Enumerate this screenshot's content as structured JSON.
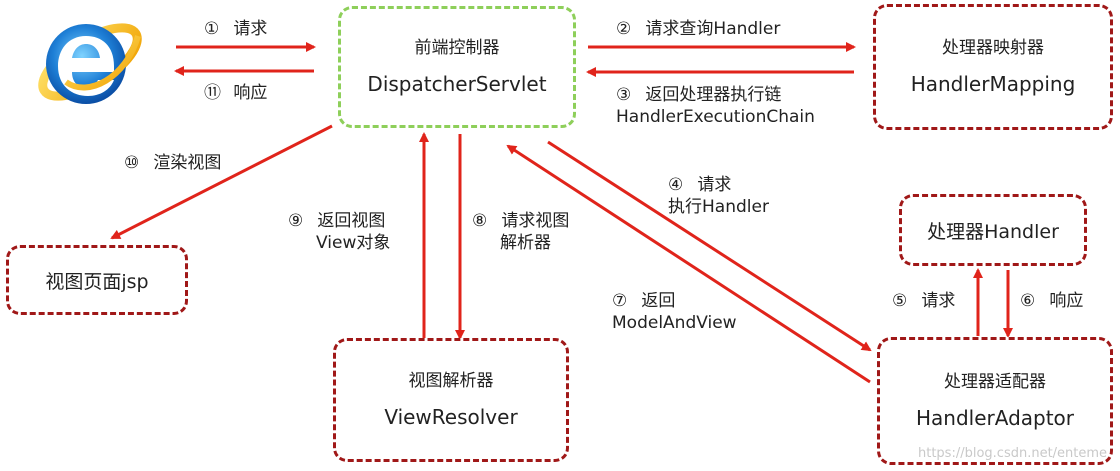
{
  "colors": {
    "arrow": "#e0241b",
    "box_border": "#a01818",
    "front_border": "#8ecf5a"
  },
  "icons": {
    "browser": "ie-browser-icon"
  },
  "nodes": {
    "front_controller": {
      "zh": "前端控制器",
      "en": "DispatcherServlet"
    },
    "handler_mapping": {
      "zh": "处理器映射器",
      "en": "HandlerMapping"
    },
    "handler": {
      "label": "处理器Handler"
    },
    "handler_adaptor": {
      "zh": "处理器适配器",
      "en": "HandlerAdaptor"
    },
    "view_resolver": {
      "zh": "视图解析器",
      "en": "ViewResolver"
    },
    "view_page": {
      "label": "视图页面jsp"
    }
  },
  "steps": {
    "s1": {
      "num": "①",
      "text": "请求"
    },
    "s11": {
      "num": "⑪",
      "text": "响应"
    },
    "s2": {
      "num": "②",
      "text": "请求查询Handler"
    },
    "s3": {
      "num": "③",
      "text": "返回处理器执行链",
      "text2": "HandlerExecutionChain"
    },
    "s4": {
      "num": "④",
      "text": "请求",
      "text2": "执行Handler"
    },
    "s5": {
      "num": "⑤",
      "text": "请求"
    },
    "s6": {
      "num": "⑥",
      "text": "响应"
    },
    "s7": {
      "num": "⑦",
      "text": "返回",
      "text2": "ModelAndView"
    },
    "s8": {
      "num": "⑧",
      "text": "请求视图",
      "text2": "解析器"
    },
    "s9": {
      "num": "⑨",
      "text": "返回视图",
      "text2": "View对象"
    },
    "s10": {
      "num": "⑩",
      "text": "渲染视图"
    }
  },
  "watermark": "https://blog.csdn.net/enteme"
}
